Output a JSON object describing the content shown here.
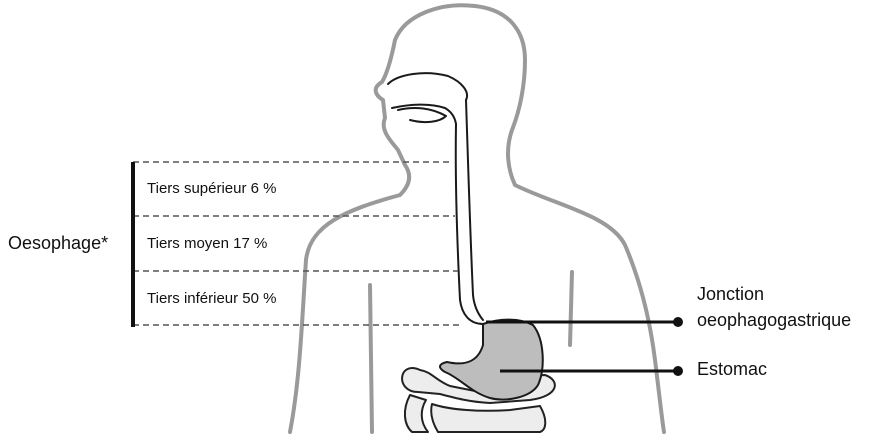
{
  "labels": {
    "oesophage": "Oesophage*",
    "tiers_superieur": "Tiers supérieur 6 %",
    "tiers_moyen": "Tiers moyen 17 %",
    "tiers_inferieur": "Tiers inférieur 50 %",
    "jonction_line1": "Jonction",
    "jonction_line2": "oeophagogastrique",
    "estomac": "Estomac"
  },
  "colors": {
    "body_outline": "#9a9a9a",
    "organ_outline": "#1a1a1a",
    "stomach_fill": "#bdbdbd",
    "intestine_fill": "#ededed",
    "pointer_line": "#111111",
    "dashed_line": "#555555"
  }
}
